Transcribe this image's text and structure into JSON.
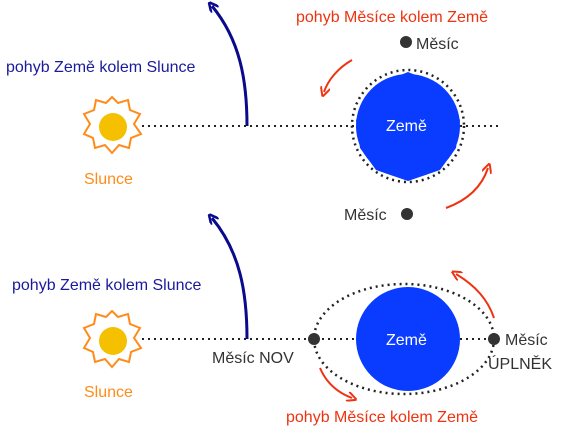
{
  "top_panel": {
    "earth_motion_label": "pohyb Země kolem Slunce",
    "moon_motion_label": "pohyb Měsíce kolem Země",
    "sun_label": "Slunce",
    "earth_label": "Země",
    "moon_top_label": "Měsíc",
    "moon_bottom_label": "Měsíc"
  },
  "bottom_panel": {
    "earth_motion_label": "pohyb Země kolem Slunce",
    "moon_motion_label": "pohyb Měsíce kolem Země",
    "sun_label": "Slunce",
    "earth_label": "Země",
    "new_moon_label": "Měsíc NOV",
    "full_moon_label_1": "Měsíc",
    "full_moon_label_2": "ÚPLNĚK"
  },
  "colors": {
    "earth": "#0a3cff",
    "sun_core": "#f5c000",
    "sun_rays": "#ff8c1a",
    "earth_path_arrow": "#0a0a8c",
    "moon_path_arrow": "#ee3311",
    "moon": "#333333"
  }
}
